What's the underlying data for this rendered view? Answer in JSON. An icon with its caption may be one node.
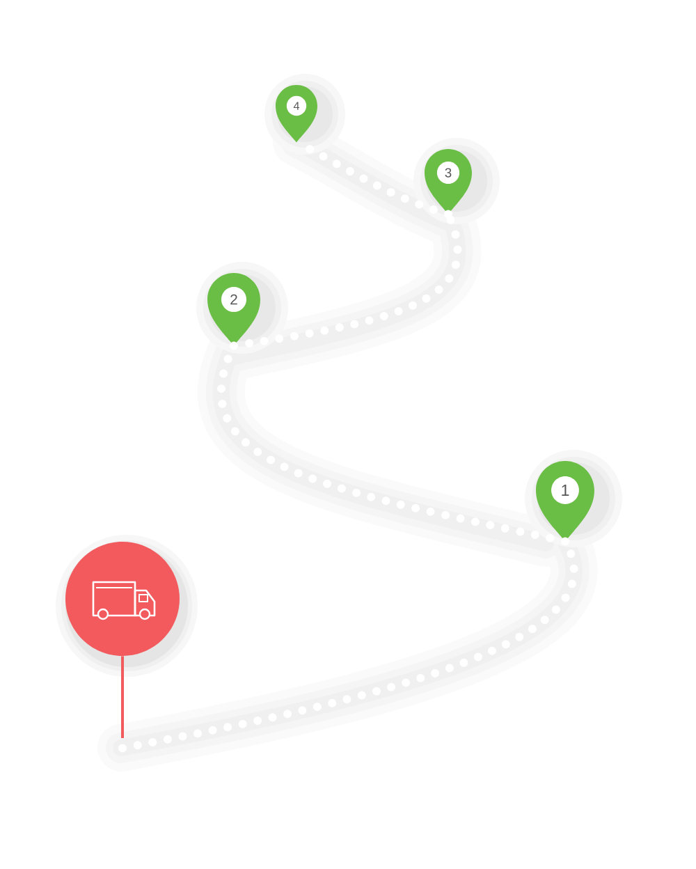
{
  "diagram": {
    "nodes": [
      {
        "text": [],
        "shape": "circle"
      },
      {
        "text": [
          "1"
        ]
      },
      {
        "text": [
          "2"
        ]
      },
      {
        "text": [
          "3"
        ]
      },
      {
        "text": [
          "4"
        ]
      }
    ],
    "edges": [
      {
        "from": 0,
        "to": 1,
        "arrow": "none"
      },
      {
        "from": 1,
        "to": 2,
        "arrow": "none"
      },
      {
        "from": 2,
        "to": 3,
        "arrow": "none"
      },
      {
        "from": 3,
        "to": 4,
        "arrow": "none"
      }
    ]
  }
}
